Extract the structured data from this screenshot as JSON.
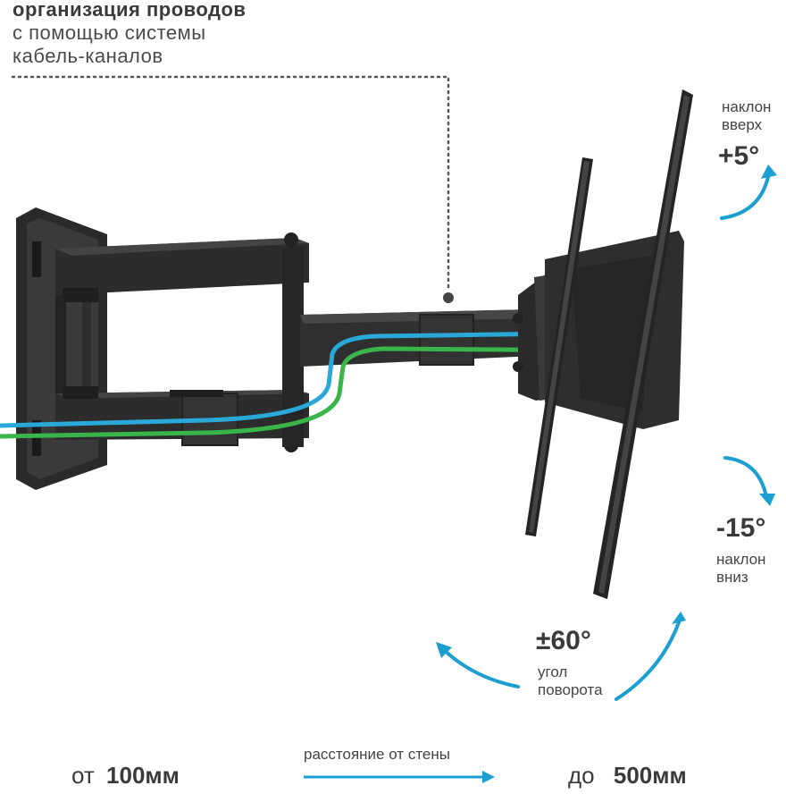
{
  "header": {
    "line1": "организация проводов",
    "line2": "с помощью системы",
    "line3": "кабель-каналов"
  },
  "tilt_up": {
    "label1": "наклон",
    "label2": "вверх",
    "value": "+5°"
  },
  "tilt_down": {
    "value": "-15°",
    "label1": "наклон",
    "label2": "вниз"
  },
  "rotation": {
    "value": "±60°",
    "label1": "угол",
    "label2": "поворота"
  },
  "distance": {
    "from_prefix": "от",
    "from_value": "100мм",
    "caption": "расстояние от стены",
    "to_prefix": "до",
    "to_value": "500мм"
  },
  "colors": {
    "accent": "#1a9fd0",
    "cable_blue": "#2aa8d8",
    "cable_green": "#39b54a",
    "metal": "#2b2b2b"
  }
}
